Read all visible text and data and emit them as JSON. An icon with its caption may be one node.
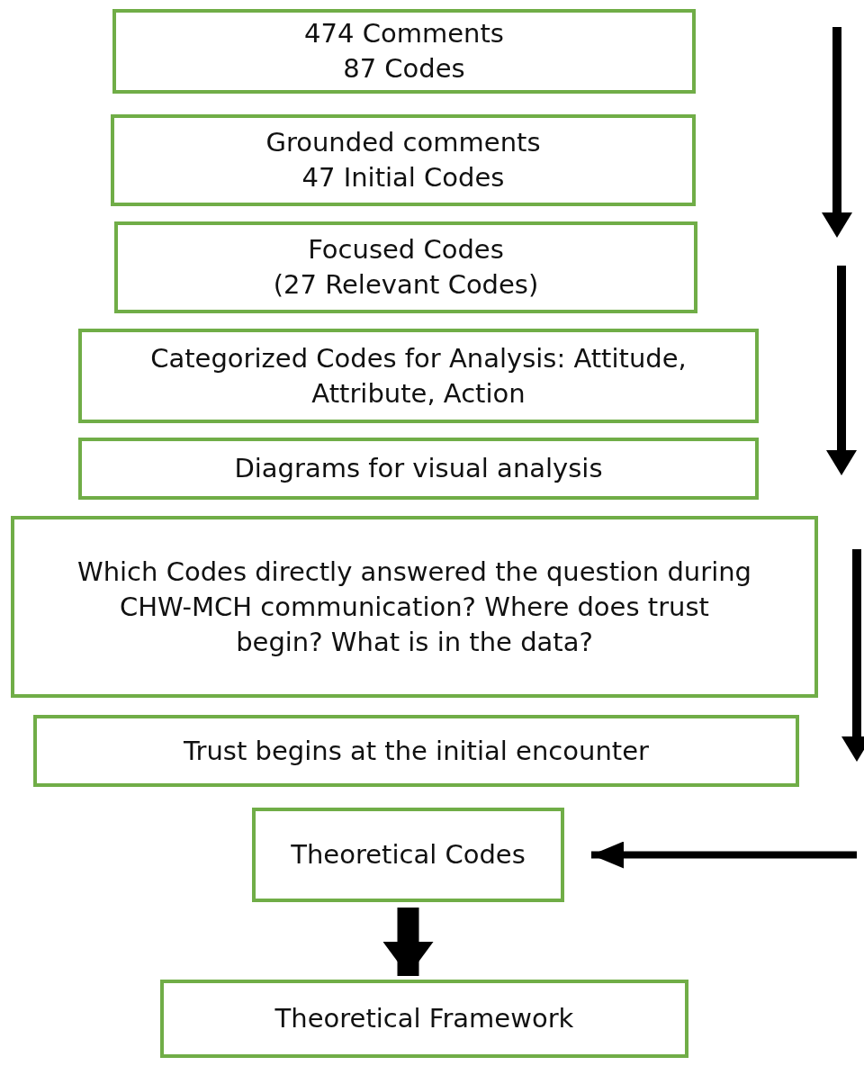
{
  "diagram": {
    "nodes": [
      {
        "text": [
          "474 Comments",
          "87 Codes"
        ]
      },
      {
        "text": [
          "Grounded comments",
          "47 Initial Codes"
        ]
      },
      {
        "text": [
          "Focused Codes",
          "(27 Relevant Codes)"
        ]
      },
      {
        "text": [
          "Categorized Codes for Analysis: Attitude, Attribute, Action"
        ]
      },
      {
        "text": [
          "Diagrams for visual analysis"
        ]
      },
      {
        "text": [
          "Which Codes directly answered the question during CHW-MCH communication? Where does trust begin? What is in the data?"
        ]
      },
      {
        "text": [
          "Trust begins at the initial encounter"
        ]
      },
      {
        "text": [
          "Theoretical Codes"
        ]
      },
      {
        "text": [
          "Theoretical Framework"
        ]
      }
    ],
    "edges": [
      {
        "from": null,
        "to": 7,
        "arrow": "to"
      },
      {
        "from": 7,
        "to": 8,
        "arrow": "to",
        "style": "thick"
      }
    ]
  }
}
